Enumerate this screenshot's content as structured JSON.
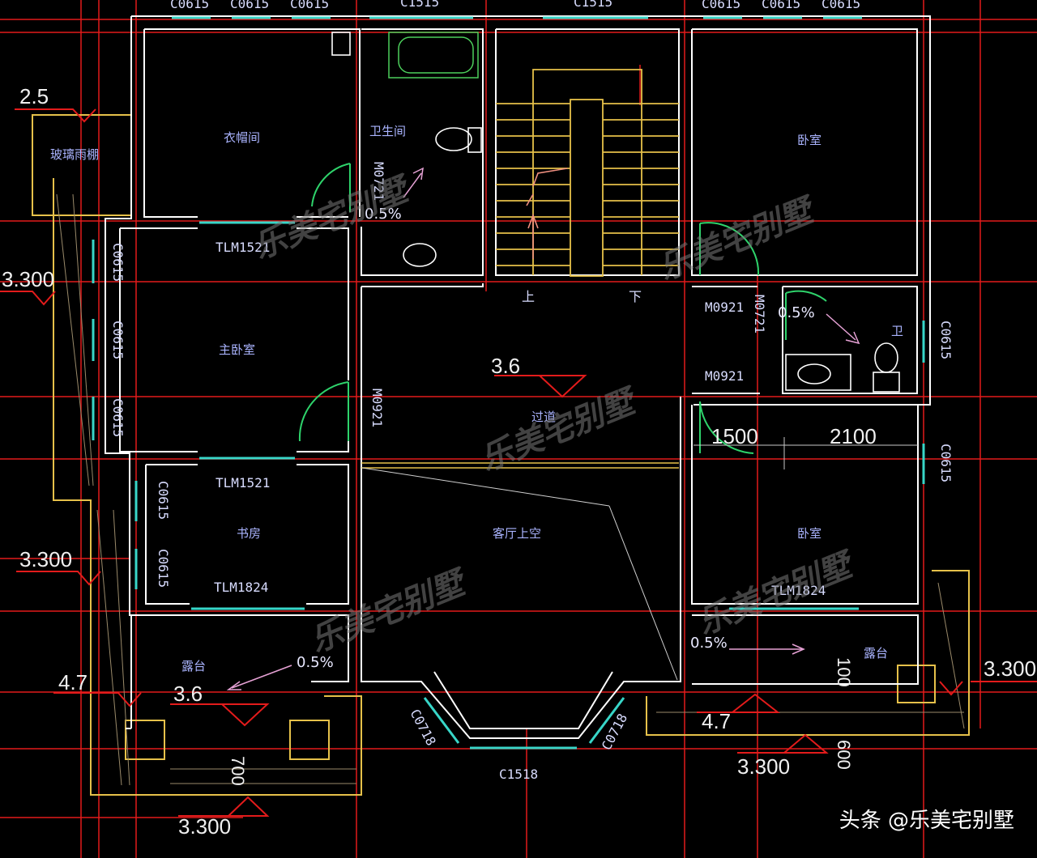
{
  "rooms": {
    "cloakroom": "衣帽间",
    "bathroom": "卫生间",
    "master_bedroom": "主卧室",
    "study": "书房",
    "terrace_left": "露台",
    "corridor": "过道",
    "living_void": "客厅上空",
    "bedroom_top": "卧室",
    "bath_small": "卫",
    "bedroom_right": "卧室",
    "terrace_right": "露台",
    "canopy": "玻璃雨棚"
  },
  "codes": {
    "win_top_1": "C0615",
    "win_top_2": "C0615",
    "win_top_3": "C0615",
    "win_top_4": "C1515",
    "win_top_5": "C1515",
    "win_top_6": "C0615",
    "win_top_7": "C0615",
    "win_top_8": "C0615",
    "tlm1521_a": "TLM1521",
    "tlm1521_b": "TLM1521",
    "tlm1824_a": "TLM1824",
    "tlm1824_b": "TLM1824",
    "c0615_m1": "C0615",
    "c0615_m2": "C0615",
    "c0615_m3": "C0615",
    "c0615_s1": "C0615",
    "c0615_s2": "C0615",
    "c0615_r1": "C0615",
    "c0615_r2": "C0615",
    "m0721_a": "M0721",
    "m0721_b": "M0721",
    "m0921_a": "M0921",
    "m0921_b": "M0921",
    "m0921_c": "M0921",
    "c0718_a": "C0718",
    "c0718_b": "C0718",
    "c1518": "C1518",
    "stair_up": "上",
    "stair_down": "下"
  },
  "dims": {
    "canopy_level": "2.5",
    "level_left_1": "3.300",
    "level_left_2": "3.300",
    "level_47_left": "4.7",
    "level_36_terrace": "3.6",
    "level_36_corridor": "3.6",
    "level_3300_bottom": "3.300",
    "level_3300_right": "3.300",
    "level_47_right": "4.7",
    "level_3300_br": "3.300",
    "slope_1": "0.5%",
    "slope_2": "0.5%",
    "slope_3": "0.5%",
    "slope_4": "0.5%",
    "span_1500": "1500",
    "span_2100": "2100",
    "d100": "100",
    "d600": "600",
    "d700": "700"
  },
  "watermark": "乐美宅别墅",
  "credit": "头条 @乐美宅别墅",
  "colors": {
    "wall": "#ffffff",
    "grid": "#e31b1b",
    "stair": "#e6c14a",
    "door": "#2ed36b",
    "window": "#38d6c8",
    "slope_arrow": "#e7a2d6",
    "text": "#e8e8ff"
  }
}
